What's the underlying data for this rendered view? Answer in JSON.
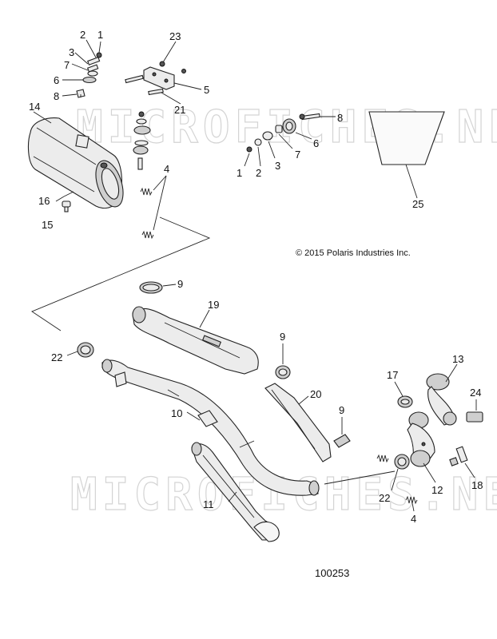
{
  "watermark": "MICROFICHES.NET",
  "copyright": "© 2015 Polaris Industries Inc.",
  "diagram_id": "100253",
  "callouts": {
    "c1a": "1",
    "c2a": "2",
    "c3a": "3",
    "c7a": "7",
    "c6a": "6",
    "c8a": "8",
    "c23": "23",
    "c5": "5",
    "c21": "21",
    "c14": "14",
    "c8b": "8",
    "c6b": "6",
    "c7b": "7",
    "c3b": "3",
    "c2b": "2",
    "c1b": "1",
    "c4a": "4",
    "c16": "16",
    "c15": "15",
    "c25": "25",
    "c9a": "9",
    "c19": "19",
    "c22a": "22",
    "c9b": "9",
    "c10": "10",
    "c20": "20",
    "c9c": "9",
    "c17": "17",
    "c13": "13",
    "c24": "24",
    "c11": "11",
    "c22b": "22",
    "c12": "12",
    "c18": "18",
    "c4b": "4"
  }
}
